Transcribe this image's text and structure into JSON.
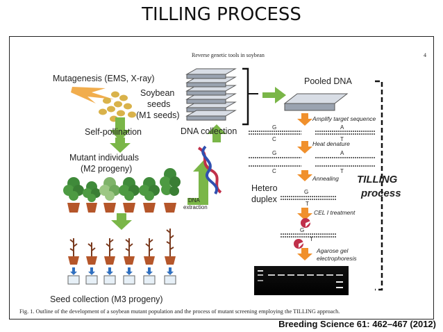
{
  "slide": {
    "title": "TILLING PROCESS",
    "citation": "Breeding Science 61: 462–467 (2012)"
  },
  "figure": {
    "running_head": "Reverse genetic tools in soybean",
    "page_number": "4",
    "caption": "Fig. 1.  Outline of the development of a soybean mutant population and the process of mutant screening employing the TILLING approach.",
    "left": {
      "mutagenesis": "Mutagenesis (EMS, X-ray)",
      "seeds_line1": "Soybean",
      "seeds_line2": "seeds",
      "seeds_line3": "(M1 seeds)",
      "self_pollination": "Self-pollination",
      "mutant_line1": "Mutant individuals",
      "mutant_line2": "(M2 progeny)",
      "dna_extraction_line1": "DNA",
      "dna_extraction_line2": "extraction",
      "dna_collection": "DNA collection",
      "seed_collection": "Seed collection (M3 progeny)"
    },
    "right": {
      "pooled_dna": "Pooled DNA",
      "amplify": "Amplify target sequence",
      "heat_denature": "Heat denature",
      "annealing": "Annealing",
      "hetero_line1": "Hetero",
      "hetero_line2": "duplex",
      "cel_treatment": "CEL I treatment",
      "gel_line1": "Agarose gel",
      "gel_line2": "electrophoresis",
      "tilling_line1": "TILLING",
      "tilling_line2": "process",
      "base_g": "G",
      "base_c": "C",
      "base_a": "A",
      "base_t": "T"
    },
    "colors": {
      "green_arrow": "#7ab648",
      "orange_arrow": "#f0902c",
      "seed": "#d9b24a",
      "plant_leaf": "#3f8a3a",
      "pot": "#b5562a",
      "dead_plant": "#7a3a1e",
      "scissor": "#c0304a"
    }
  }
}
